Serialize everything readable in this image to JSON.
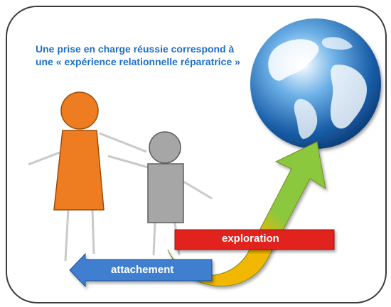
{
  "title": {
    "line1": "Une prise en charge réussie correspond à",
    "line2": "une « expérience relationnelle réparatrice »"
  },
  "labels": {
    "exploration": "exploration",
    "attachment": "attachement"
  },
  "colors": {
    "title_blue": "#1e6fc7",
    "adult_orange": "#ee7d22",
    "child_grey": "#a6a6a6",
    "exploration_red": "#e2231a",
    "attachment_blue": "#3f7fd0",
    "arrow_green": "#8cc83c",
    "arrow_yellow": "#f2b705",
    "globe_blue": "#1a5fa8"
  },
  "icons": [
    "adult-figure-icon",
    "child-figure-icon",
    "globe-icon",
    "curved-arrow-icon"
  ]
}
